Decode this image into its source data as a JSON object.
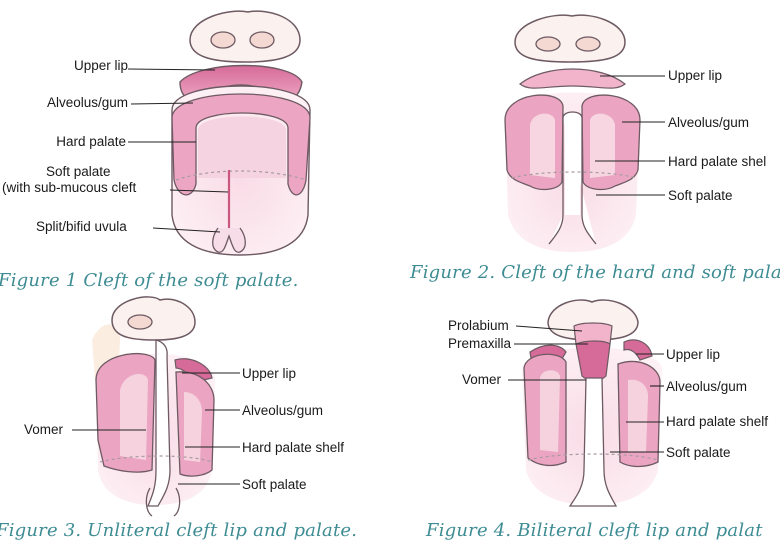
{
  "figures": [
    {
      "caption": "Figure 1 Cleft of the soft palate.",
      "labels": {
        "upper_lip": "Upper lip",
        "alveolus": "Alveolus/gum",
        "hard_palate": "Hard palate",
        "soft_palate_1": "Soft palate",
        "soft_palate_2": "(with sub-mucous cleft",
        "uvula": "Split/bifid uvula"
      }
    },
    {
      "caption": "Figure 2. Cleft of the hard and soft pala",
      "labels": {
        "upper_lip": "Upper lip",
        "alveolus": "Alveolus/gum",
        "hard_palate_shelf": "Hard palate shel",
        "soft_palate": "Soft palate"
      }
    },
    {
      "caption": "Figure 3. Unliteral cleft lip and palate.",
      "labels": {
        "upper_lip": "Upper lip",
        "vomer": "Vomer",
        "alveolus": "Alveolus/gum",
        "hard_palate_shelf": "Hard palate shelf",
        "soft_palate": "Soft palate"
      }
    },
    {
      "caption": "Figure 4. Biliteral cleft lip and palat",
      "labels": {
        "prolabium": "Prolabium",
        "premaxilla": "Premaxilla",
        "vomer": "Vomer",
        "upper_lip": "Upper lip",
        "alveolus": "Alveolus/gum",
        "hard_palate_shelf": "Hard palate shelf",
        "soft_palate": "Soft palate"
      }
    }
  ],
  "colors": {
    "caption": "#3e8c93",
    "tissue_pink": "#e8a0bd",
    "tissue_dark": "#c95a8a",
    "outline": "#6e5a63",
    "skin": "#f6e3de"
  }
}
